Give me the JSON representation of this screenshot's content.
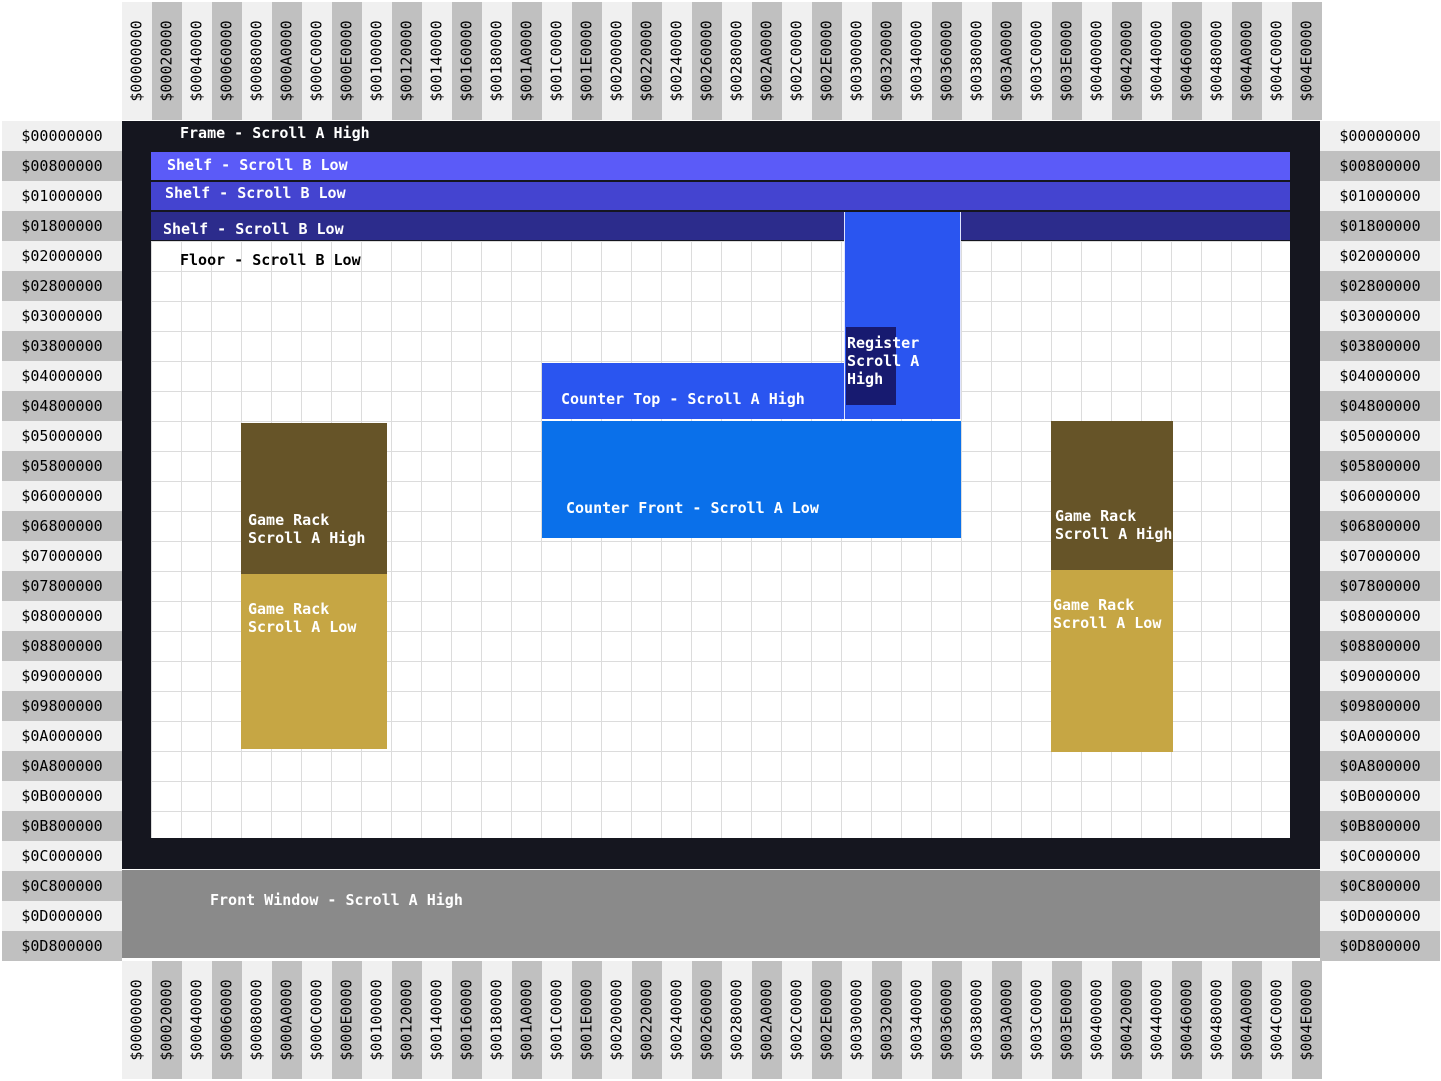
{
  "rulers": {
    "columns": [
      "$00000000",
      "$00020000",
      "$00040000",
      "$00060000",
      "$00080000",
      "$000A0000",
      "$000C0000",
      "$000E0000",
      "$00100000",
      "$00120000",
      "$00140000",
      "$00160000",
      "$00180000",
      "$001A0000",
      "$001C0000",
      "$001E0000",
      "$00200000",
      "$00220000",
      "$00240000",
      "$00260000",
      "$00280000",
      "$002A0000",
      "$002C0000",
      "$002E0000",
      "$00300000",
      "$00320000",
      "$00340000",
      "$00360000",
      "$00380000",
      "$003A0000",
      "$003C0000",
      "$003E0000",
      "$00400000",
      "$00420000",
      "$00440000",
      "$00460000",
      "$00480000",
      "$004A0000",
      "$004C0000",
      "$004E0000"
    ],
    "rows": [
      "$00000000",
      "$00800000",
      "$01000000",
      "$01800000",
      "$02000000",
      "$02800000",
      "$03000000",
      "$03800000",
      "$04000000",
      "$04800000",
      "$05000000",
      "$05800000",
      "$06000000",
      "$06800000",
      "$07000000",
      "$07800000",
      "$08000000",
      "$08800000",
      "$09000000",
      "$09800000",
      "$0A000000",
      "$0A800000",
      "$0B000000",
      "$0B800000",
      "$0C000000",
      "$0C800000",
      "$0D000000",
      "$0D800000"
    ]
  },
  "layers": {
    "frame": "Frame - Scroll A High",
    "shelf_1": "Shelf - Scroll B Low",
    "shelf_2": "Shelf - Scroll B Low",
    "shelf_3": "Shelf - Scroll B Low",
    "floor": "Floor - Scroll B Low",
    "register": "Register\nScroll A\nHigh",
    "counter_top": "Counter Top - Scroll A High",
    "counter_front": "Counter Front - Scroll A Low",
    "game_rack_left_high": "Game Rack\nScroll A High",
    "game_rack_left_low": "Game Rack\nScroll A Low",
    "game_rack_right_high": "Game Rack\nScroll A High",
    "game_rack_right_low": "Game Rack\nScroll A Low",
    "front_window": "Front Window - Scroll A High"
  },
  "colors": {
    "frame": "#15161f",
    "shelf_1": "#5b5bf8",
    "shelf_2": "#4444d0",
    "shelf_3": "#2c2c8c",
    "register_column": "#2a55f0",
    "register_box": "#171a70",
    "counter_top": "#2a55f0",
    "counter_front": "#0a70ea",
    "game_rack_high": "#665428",
    "game_rack_low": "#c6a644",
    "front_window": "#8a8a8a",
    "ruler_light": "#f0f0f0",
    "ruler_dark": "#c0c0c0"
  }
}
